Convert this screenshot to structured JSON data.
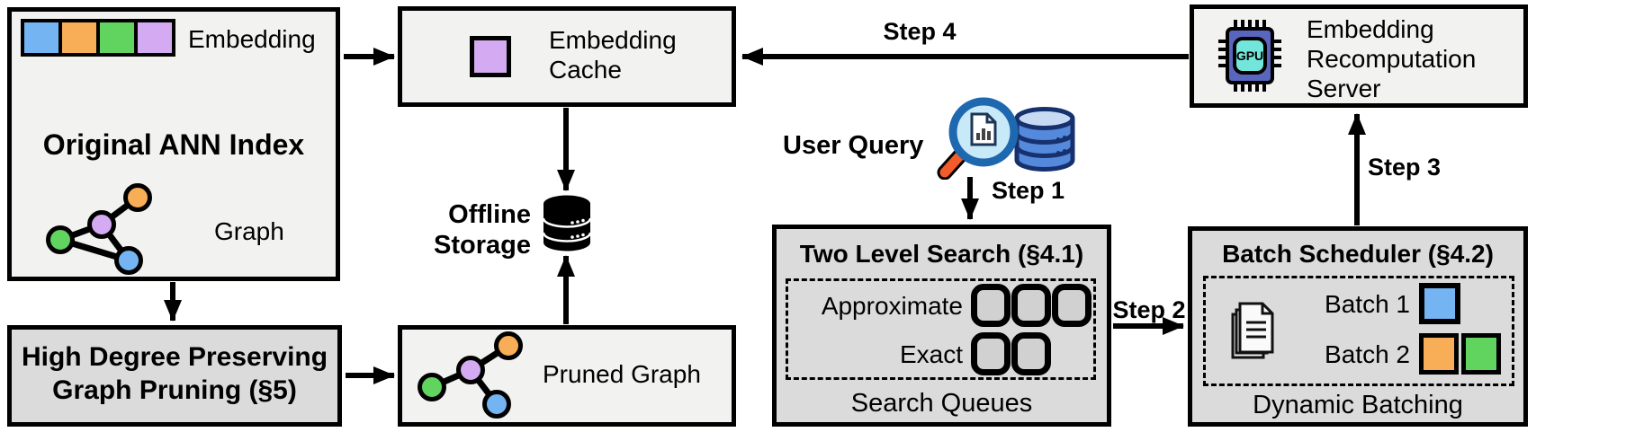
{
  "colors": {
    "blue": "#74B4F2",
    "orange": "#F7AE56",
    "green": "#61D35F",
    "purple": "#D4ABF2",
    "light_box": "#F2F2F0",
    "dark_box": "#DBDBDB",
    "slot_gray": "#D1D1D1",
    "chip_body": "#5866BE",
    "chip_core": "#72E6DA",
    "magnifier_rim": "#1E68B0",
    "magnifier_lens": "#C8EAF8",
    "magnifier_handle": "#F25C2A",
    "db_blue": "#5589DC",
    "db_blue_dark": "#16316E",
    "db_blue_light": "#C7DAF4"
  },
  "ann_index": {
    "embedding_label": "Embedding",
    "title": "Original ANN Index",
    "graph_label": "Graph"
  },
  "pruning": {
    "line1": "High Degree Preserving",
    "line2": "Graph Pruning (§5)"
  },
  "cache": {
    "label": "Embedding Cache"
  },
  "storage": {
    "label": "Offline Storage"
  },
  "pruned": {
    "label": "Pruned Graph"
  },
  "query": {
    "label": "User Query"
  },
  "two_level_search": {
    "title": "Two Level Search (§4.1)",
    "approximate_label": "Approximate",
    "exact_label": "Exact",
    "approximate_slots": 3,
    "exact_slots": 2,
    "footer": "Search Queues"
  },
  "scheduler": {
    "title": "Batch Scheduler (§4.2)",
    "batch1_label": "Batch 1",
    "batch2_label": "Batch 2",
    "footer": "Dynamic Batching"
  },
  "server": {
    "label": "Embedding Recomputation Server"
  },
  "gpu": {
    "label": "GPU"
  },
  "steps": {
    "s1": "Step 1",
    "s2": "Step 2",
    "s3": "Step 3",
    "s4": "Step 4"
  }
}
